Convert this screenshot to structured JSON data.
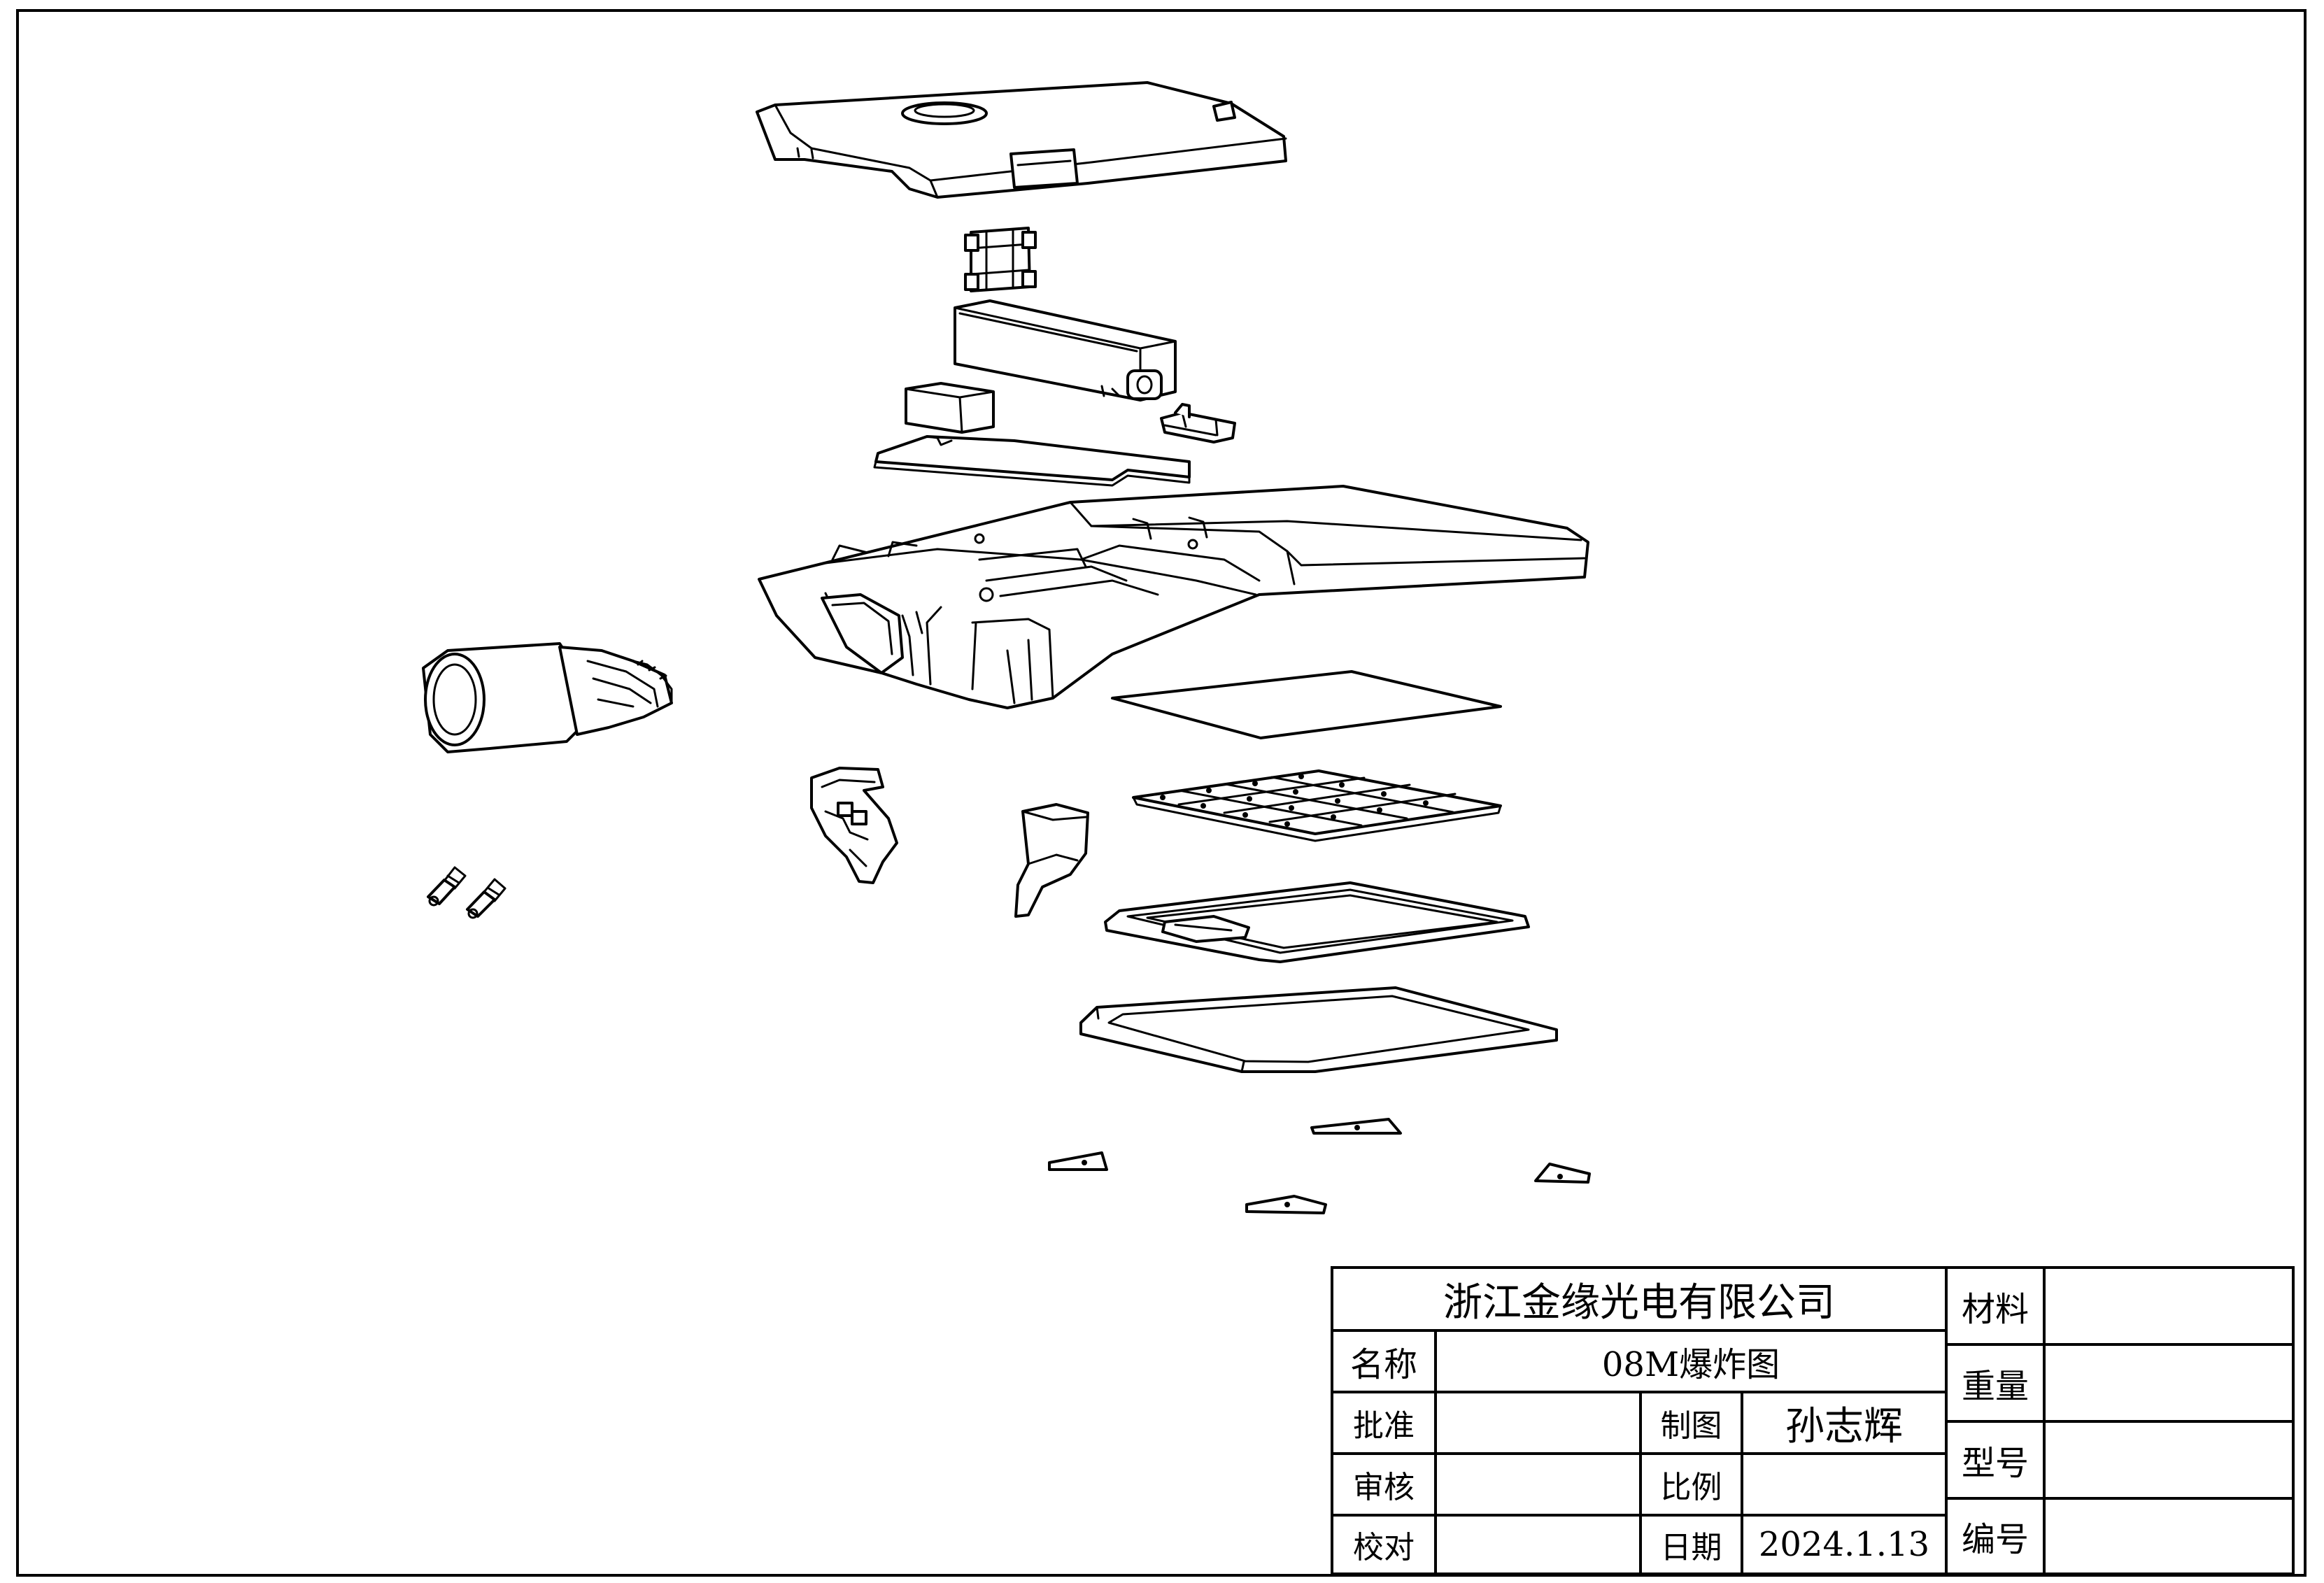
{
  "title_block": {
    "company": "浙江金缘光电有限公司",
    "name_label": "名称",
    "name_value": "08M爆炸图",
    "approve_label": "批准",
    "approve_value": "",
    "review_label": "审核",
    "review_value": "",
    "proof_label": "校对",
    "proof_value": "",
    "drawn_label": "制图",
    "drawn_value": "孙志辉",
    "scale_label": "比例",
    "scale_value": "",
    "date_label": "日期",
    "date_value": "2024.1.13",
    "material_label": "材料",
    "material_value": "",
    "weight_label": "重量",
    "weight_value": "",
    "model_label": "型号",
    "model_value": "",
    "number_label": "编号",
    "number_value": ""
  },
  "colors": {
    "line": "#000000",
    "background": "#ffffff"
  }
}
